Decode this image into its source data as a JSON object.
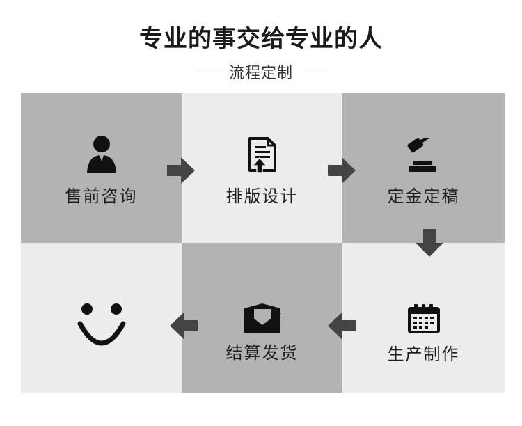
{
  "header": {
    "title": "专业的事交给专业的人",
    "subtitle": "流程定制"
  },
  "steps": [
    {
      "label": "售前咨询",
      "icon": "person-icon"
    },
    {
      "label": "排版设计",
      "icon": "document-upload-icon"
    },
    {
      "label": "定金定稿",
      "icon": "gavel-icon"
    },
    {
      "label": "生产制作",
      "icon": "calendar-icon"
    },
    {
      "label": "结算发货",
      "icon": "envelope-icon"
    },
    {
      "label": "",
      "icon": "smiley-icon"
    }
  ],
  "colors": {
    "dark_cell": "#b3b3b3",
    "light_cell": "#ececec",
    "arrow": "#444444",
    "icon": "#111111"
  }
}
